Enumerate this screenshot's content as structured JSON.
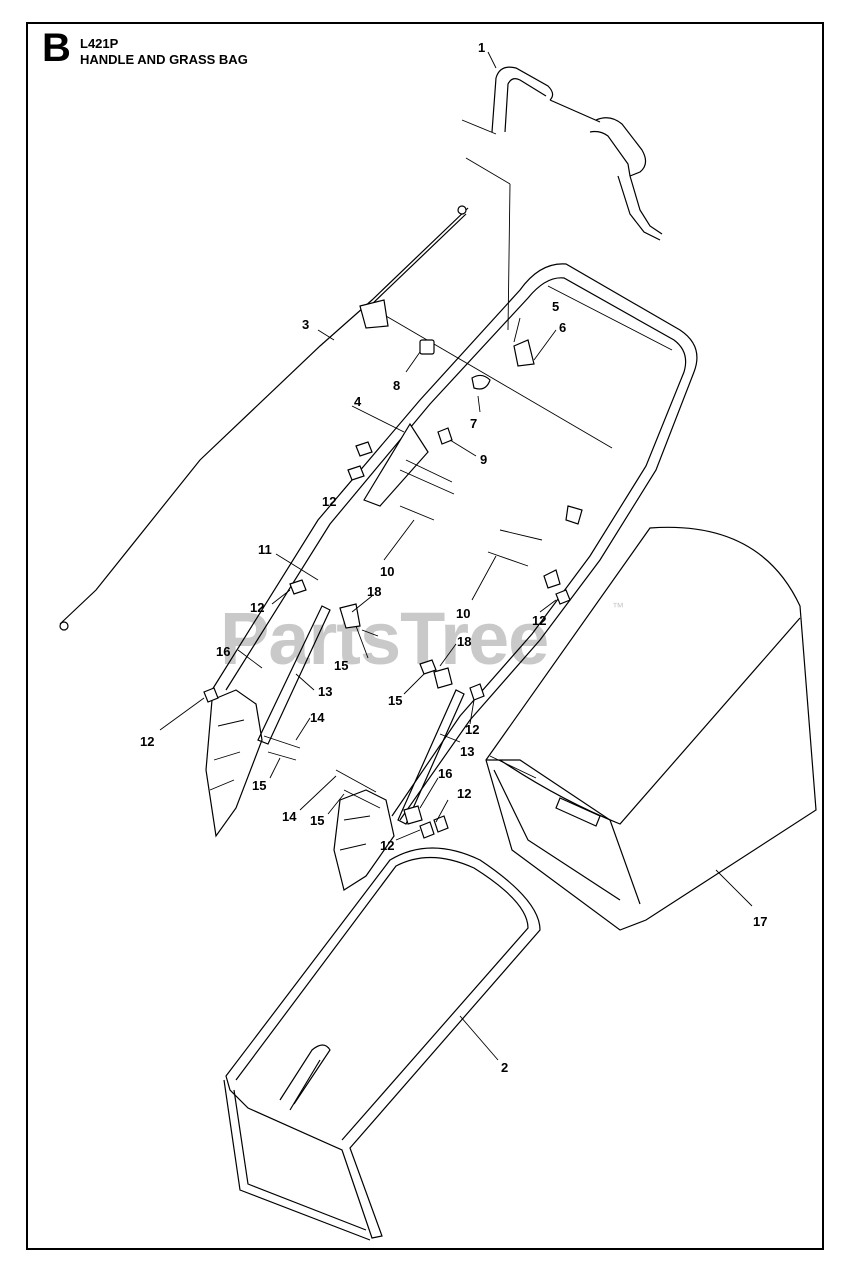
{
  "header": {
    "section_letter": "B",
    "model": "L421P",
    "title": "HANDLE AND GRASS BAG"
  },
  "watermark": {
    "text": "PartsTree",
    "trademark": "™"
  },
  "callouts": [
    {
      "label": "1"
    },
    {
      "label": "2"
    },
    {
      "label": "3"
    },
    {
      "label": "4"
    },
    {
      "label": "5"
    },
    {
      "label": "6"
    },
    {
      "label": "7"
    },
    {
      "label": "8"
    },
    {
      "label": "9"
    },
    {
      "label": "10"
    },
    {
      "label": "10"
    },
    {
      "label": "11"
    },
    {
      "label": "12"
    },
    {
      "label": "12"
    },
    {
      "label": "12"
    },
    {
      "label": "12"
    },
    {
      "label": "12"
    },
    {
      "label": "12"
    },
    {
      "label": "12"
    },
    {
      "label": "13"
    },
    {
      "label": "13"
    },
    {
      "label": "14"
    },
    {
      "label": "14"
    },
    {
      "label": "15"
    },
    {
      "label": "15"
    },
    {
      "label": "15"
    },
    {
      "label": "15"
    },
    {
      "label": "16"
    },
    {
      "label": "16"
    },
    {
      "label": "17"
    },
    {
      "label": "18"
    },
    {
      "label": "18"
    }
  ]
}
